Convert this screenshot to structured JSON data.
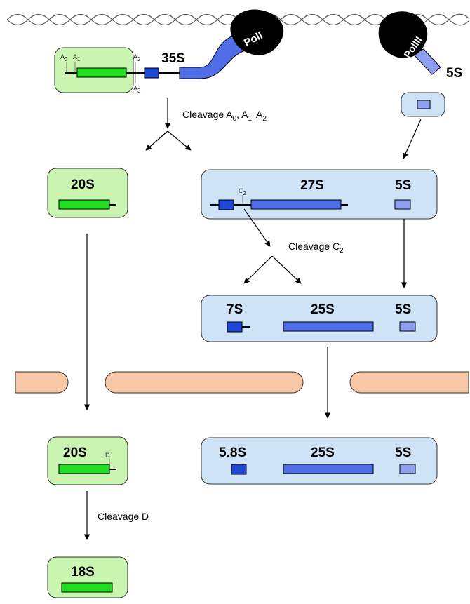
{
  "colors": {
    "green_fill": "#c9f5b0",
    "green_box": "#22dd22",
    "blue_panel": "#cfe3f6",
    "dark_blue": "#1f47d6",
    "medium_blue": "#4f6ee8",
    "light_blue": "#8f9ff0",
    "membrane": "#f8c8a6",
    "polymerase": "#000000"
  },
  "polymerases": {
    "pol1": "PolI",
    "pol3": "PolIII"
  },
  "transcripts": {
    "pre35s": "35S",
    "pre5s": "5S"
  },
  "sites": {
    "a0": "A",
    "a0_sub": "0",
    "a1": "A",
    "a1_sub": "1",
    "a2": "A",
    "a2_sub": "2",
    "a3": "A",
    "a3_sub": "3",
    "c2": "C",
    "c2_sub": "2",
    "d": "D"
  },
  "steps": {
    "cleavage_a": {
      "text": "Cleavage A",
      "s0": "0",
      "mid1": ", A",
      "s1": "1,",
      "mid2": " A",
      "s2": "2"
    },
    "cleavage_c2": {
      "text": "Cleavage C",
      "sub": "2"
    },
    "cleavage_d": "Cleavage D"
  },
  "boxes": {
    "box20s_label": "20S",
    "box27s_label": "27S",
    "box27s_5s": "5S",
    "box7s_label": "7S",
    "box25s_label": "25S",
    "box25s_5s": "5S",
    "box20s_late_label": "20S",
    "box58s_label": "5.8S",
    "box58s_25s": "25S",
    "box58s_5s": "5S",
    "box18s_label": "18S"
  }
}
